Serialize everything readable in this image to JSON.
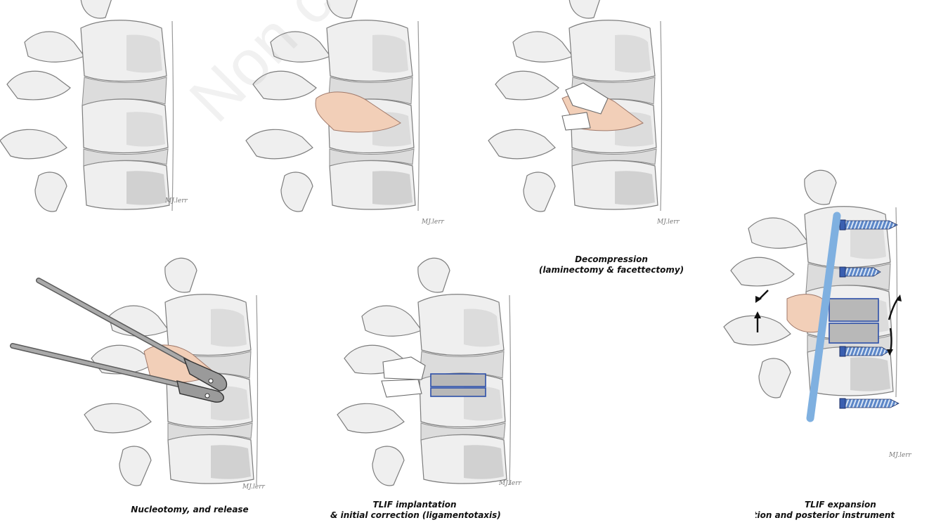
{
  "watermark": "Non commercial",
  "signature": "MJ.lerr",
  "colors": {
    "bone_fill": "#efefef",
    "bone_stroke": "#7d7d7d",
    "disc_fill": "#dcdcdc",
    "herniation_fill": "#f2cfb8",
    "implant_fill": "#b8b8b8",
    "implant_stroke": "#2c4fa8",
    "rod_color": "#7fb0e0",
    "screw_color": "#5b86c8",
    "instrument_fill": "#9a9a9a"
  },
  "panels": [
    {
      "id": "initial",
      "caption_lines": []
    },
    {
      "id": "herniation",
      "caption_lines": []
    },
    {
      "id": "decompression",
      "caption_lines": [
        "Decompression",
        "(laminectomy & facettectomy)"
      ]
    },
    {
      "id": "nucleotomy",
      "caption_lines": [
        "Nucleotomy, and release"
      ]
    },
    {
      "id": "tlif-implantation",
      "caption_lines": [
        "TLIF implantation",
        "& initial correction (ligamentotaxis)"
      ]
    },
    {
      "id": "tlif-expansion",
      "caption_lines": [
        "TLIF expansion",
        "& reposition and posterior instrument"
      ]
    }
  ]
}
